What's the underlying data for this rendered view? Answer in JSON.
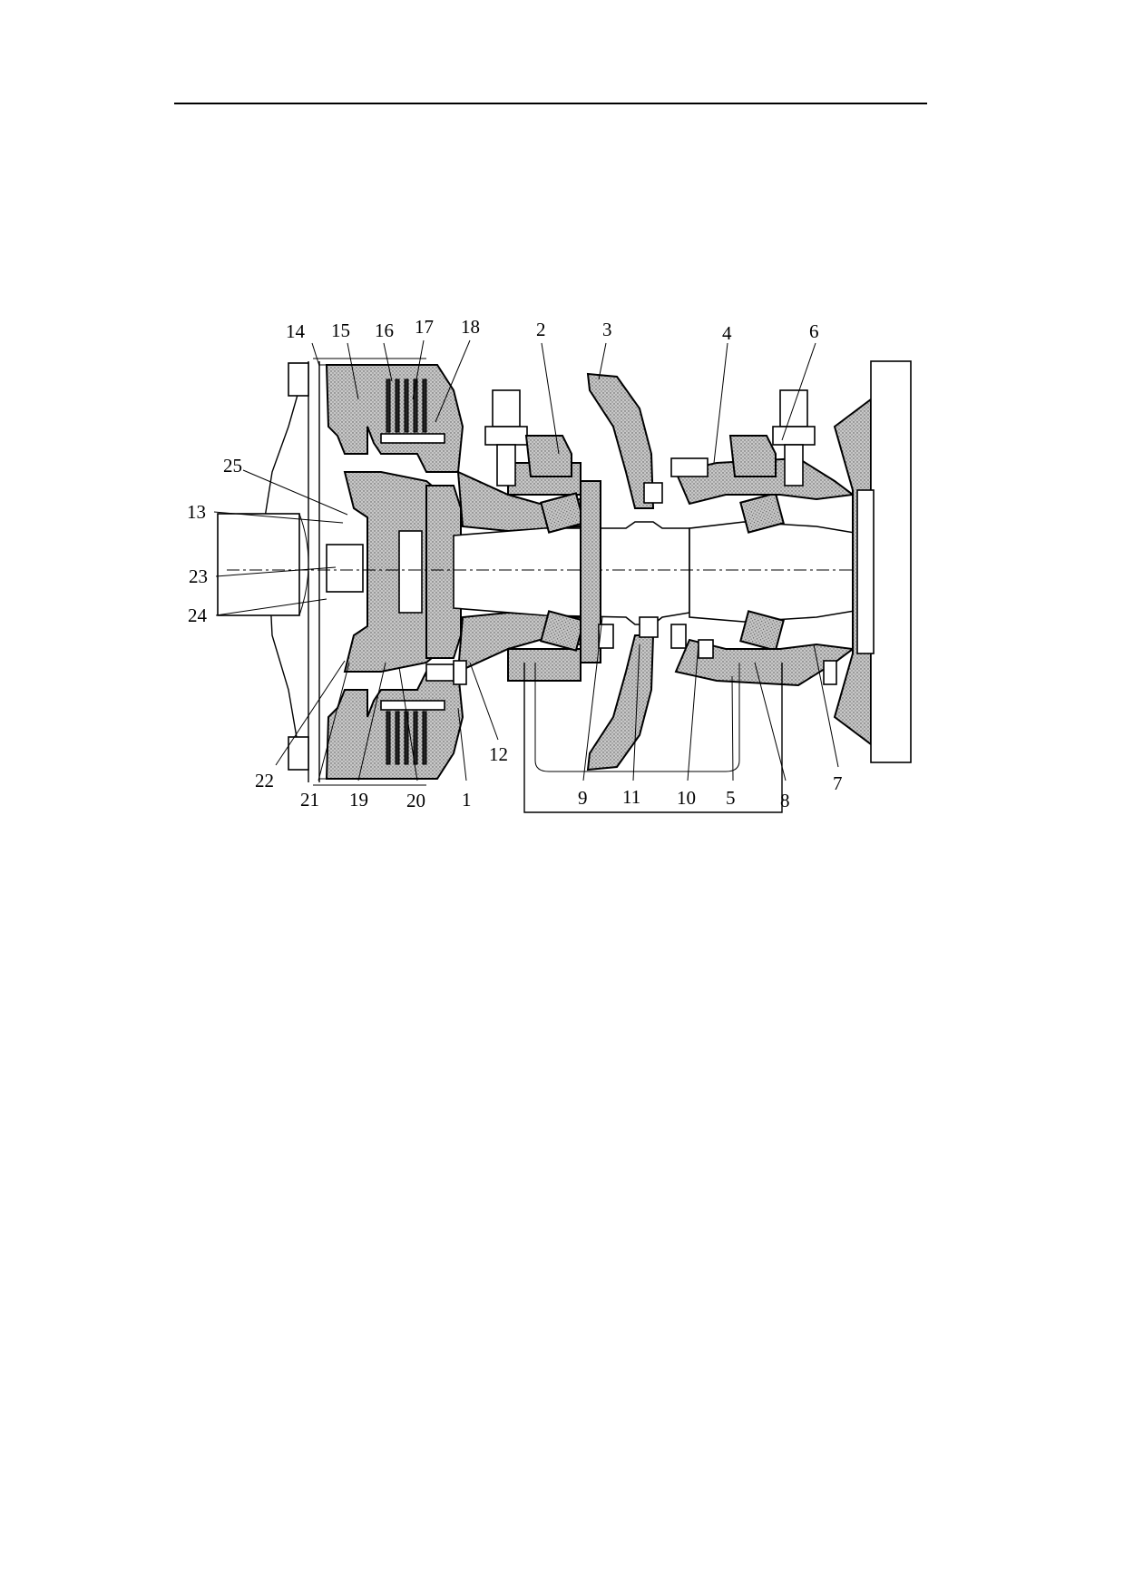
{
  "figure": {
    "callouts": [
      {
        "id": "c14",
        "text": "14"
      },
      {
        "id": "c15",
        "text": "15"
      },
      {
        "id": "c16",
        "text": "16"
      },
      {
        "id": "c17",
        "text": "17"
      },
      {
        "id": "c18",
        "text": "18"
      },
      {
        "id": "c2",
        "text": "2"
      },
      {
        "id": "c3",
        "text": "3"
      },
      {
        "id": "c4",
        "text": "4"
      },
      {
        "id": "c6",
        "text": "6"
      },
      {
        "id": "c25",
        "text": "25"
      },
      {
        "id": "c13",
        "text": "13"
      },
      {
        "id": "c23",
        "text": "23"
      },
      {
        "id": "c24",
        "text": "24"
      },
      {
        "id": "c22",
        "text": "22"
      },
      {
        "id": "c21",
        "text": "21"
      },
      {
        "id": "c19",
        "text": "19"
      },
      {
        "id": "c20",
        "text": "20"
      },
      {
        "id": "c1",
        "text": "1"
      },
      {
        "id": "c12",
        "text": "12"
      },
      {
        "id": "c9",
        "text": "9"
      },
      {
        "id": "c11",
        "text": "11"
      },
      {
        "id": "c10",
        "text": "10"
      },
      {
        "id": "c5",
        "text": "5"
      },
      {
        "id": "c8",
        "text": "8"
      },
      {
        "id": "c7",
        "text": "7"
      }
    ]
  }
}
